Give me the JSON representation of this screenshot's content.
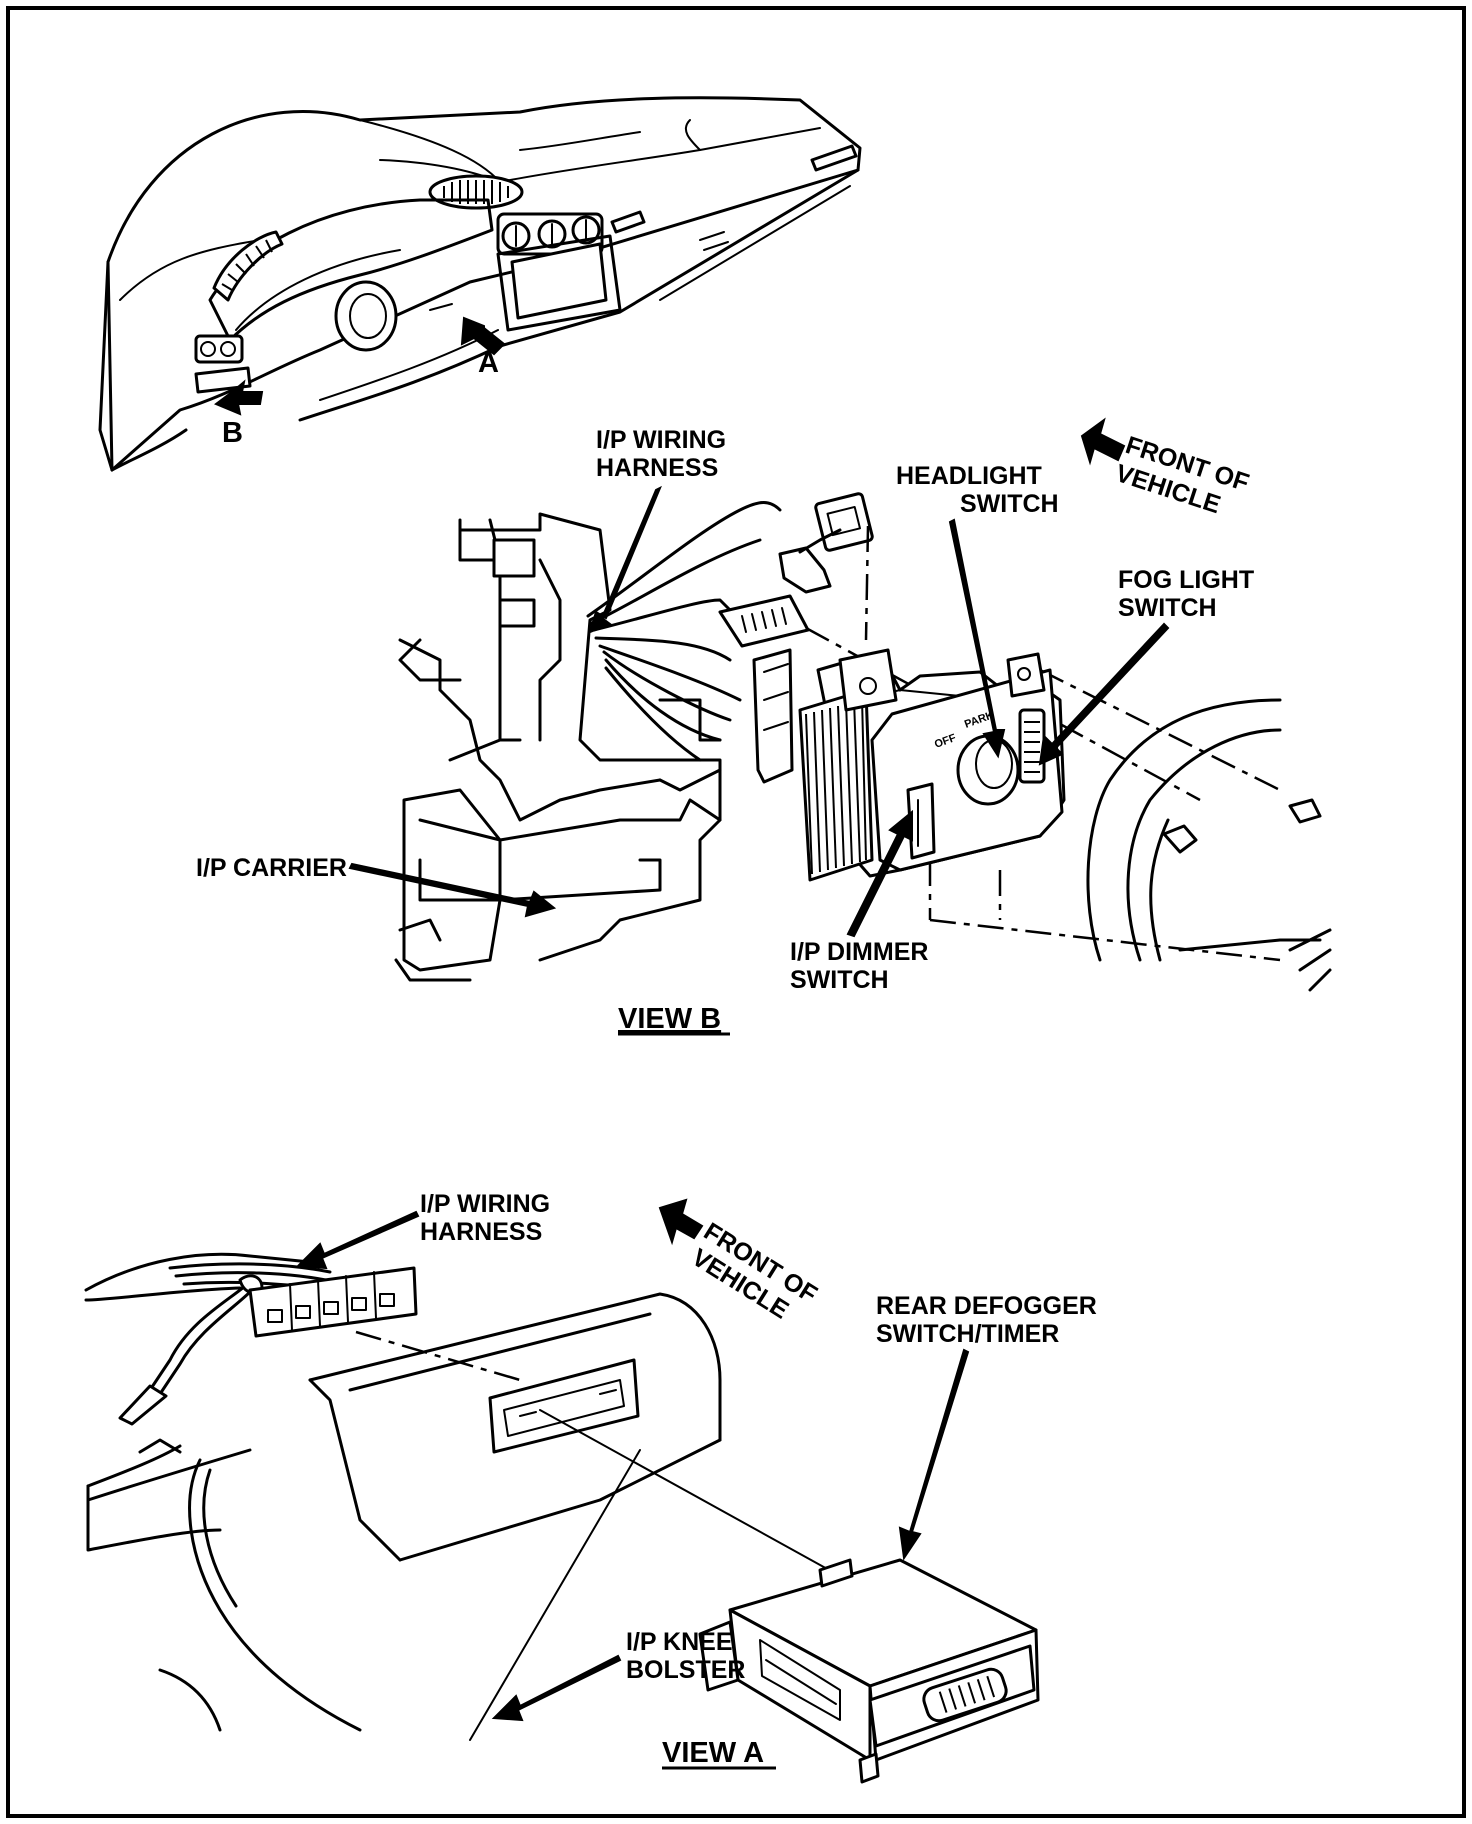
{
  "view_b": {
    "title": "VIEW B",
    "front_of_vehicle": [
      "FRONT OF",
      "VEHICLE"
    ],
    "wiring_harness": [
      "I/P WIRING",
      "HARNESS"
    ],
    "headlight_switch": [
      "HEADLIGHT",
      "SWITCH"
    ],
    "fog_light_switch": [
      "FOG LIGHT",
      "SWITCH"
    ],
    "carrier": "I/P CARRIER",
    "dimmer_switch": [
      "I/P DIMMER",
      "SWITCH"
    ],
    "knob_off": "OFF",
    "knob_park": "PARK"
  },
  "overview": {
    "callout_a": "A",
    "callout_b": "B"
  },
  "view_a": {
    "title": "VIEW A",
    "front_of_vehicle": [
      "FRONT OF",
      "VEHICLE"
    ],
    "wiring_harness": [
      "I/P WIRING",
      "HARNESS"
    ],
    "defogger": [
      "REAR DEFOGGER",
      "SWITCH/TIMER"
    ],
    "knee_bolster": [
      "I/P KNEE",
      "BOLSTER"
    ]
  }
}
